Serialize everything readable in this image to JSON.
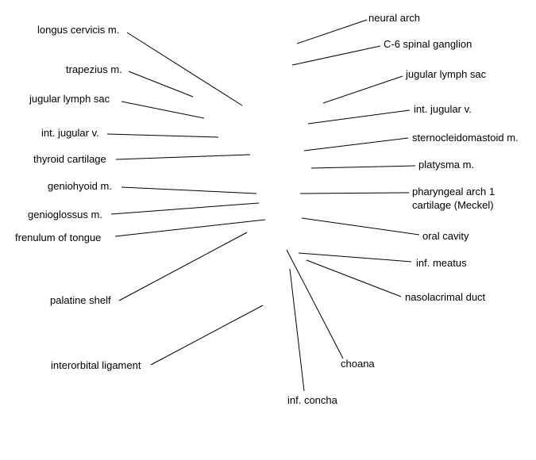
{
  "labels": {
    "longus_cervicis": "longus cervicis m.",
    "trapezius": "trapezius m.",
    "jugular_lymph_sac_left": "jugular lymph sac",
    "int_jugular_left": "int. jugular v.",
    "thyroid_cartilage": "thyroid cartilage",
    "geniohyoid": "geniohyoid m.",
    "genioglossus": "genioglossus m.",
    "frenulum": "frenulum of tongue",
    "palatine_shelf": "palatine shelf",
    "interorbital_ligament": "interorbital ligament",
    "neural_arch": "neural arch",
    "c6_spinal_ganglion": "C-6 spinal ganglion",
    "jugular_lymph_sac_right": "jugular lymph sac",
    "int_jugular_right": "int. jugular v.",
    "sternocleidomastoid": "sternocleidomastoid m.",
    "platysma": "platysma m.",
    "pharyngeal_arch": "pharyngeal arch 1 cartilage (Meckel)",
    "oral_cavity": "oral cavity",
    "inf_meatus": "inf. meatus",
    "nasolacrimal_duct": "nasolacrimal duct",
    "choana": "choana",
    "inf_concha": "inf. concha"
  }
}
